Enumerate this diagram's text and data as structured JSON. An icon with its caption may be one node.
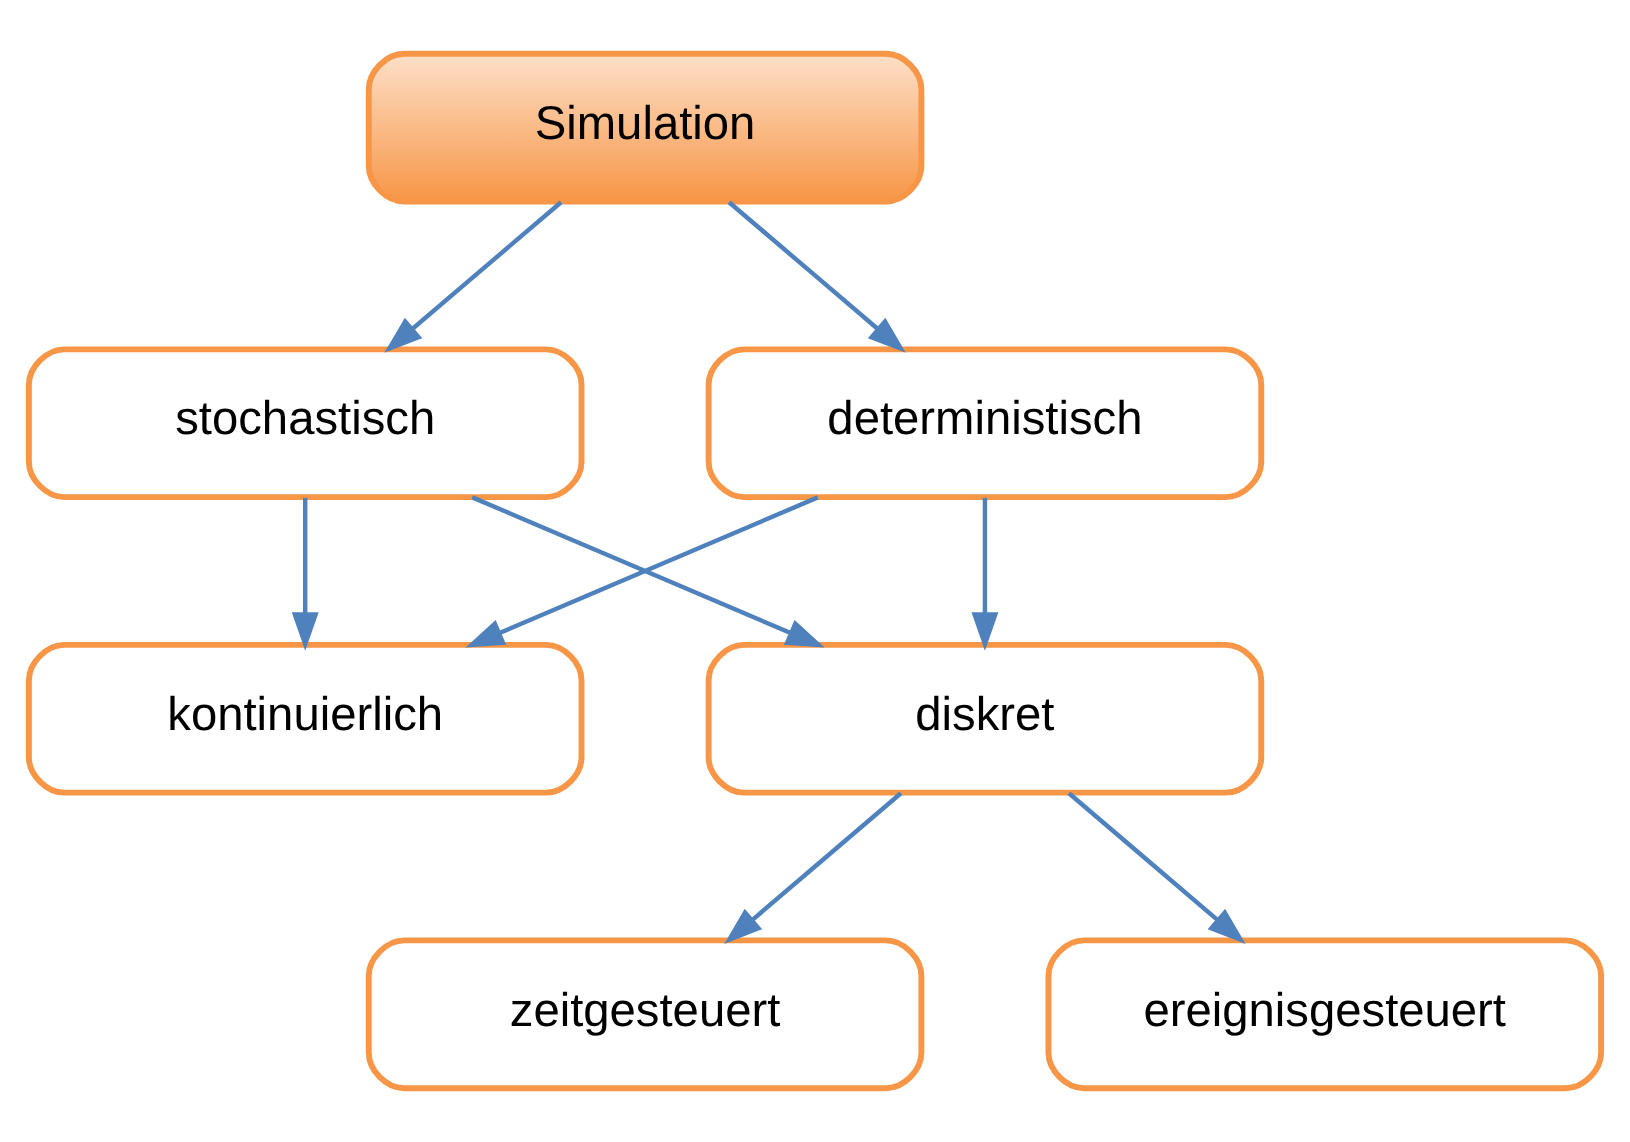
{
  "diagram": {
    "nodes": [
      {
        "text": [
          "Simulation"
        ]
      },
      {
        "text": [
          "stochastisch"
        ]
      },
      {
        "text": [
          "deterministisch"
        ]
      },
      {
        "text": [
          "kontinuierlich"
        ]
      },
      {
        "text": [
          "diskret"
        ]
      },
      {
        "text": [
          "zeitgesteuert"
        ]
      },
      {
        "text": [
          "ereignisgesteuert"
        ]
      }
    ],
    "edges": [
      {
        "from": 0,
        "to": 1,
        "arrow": "to"
      },
      {
        "from": 0,
        "to": 2,
        "arrow": "to"
      },
      {
        "from": 1,
        "to": 3,
        "arrow": "to"
      },
      {
        "from": 1,
        "to": 4,
        "arrow": "to"
      },
      {
        "from": 2,
        "to": 3,
        "arrow": "to"
      },
      {
        "from": 2,
        "to": 4,
        "arrow": "to"
      },
      {
        "from": 4,
        "to": 5,
        "arrow": "to"
      },
      {
        "from": 4,
        "to": 6,
        "arrow": "to"
      }
    ]
  }
}
